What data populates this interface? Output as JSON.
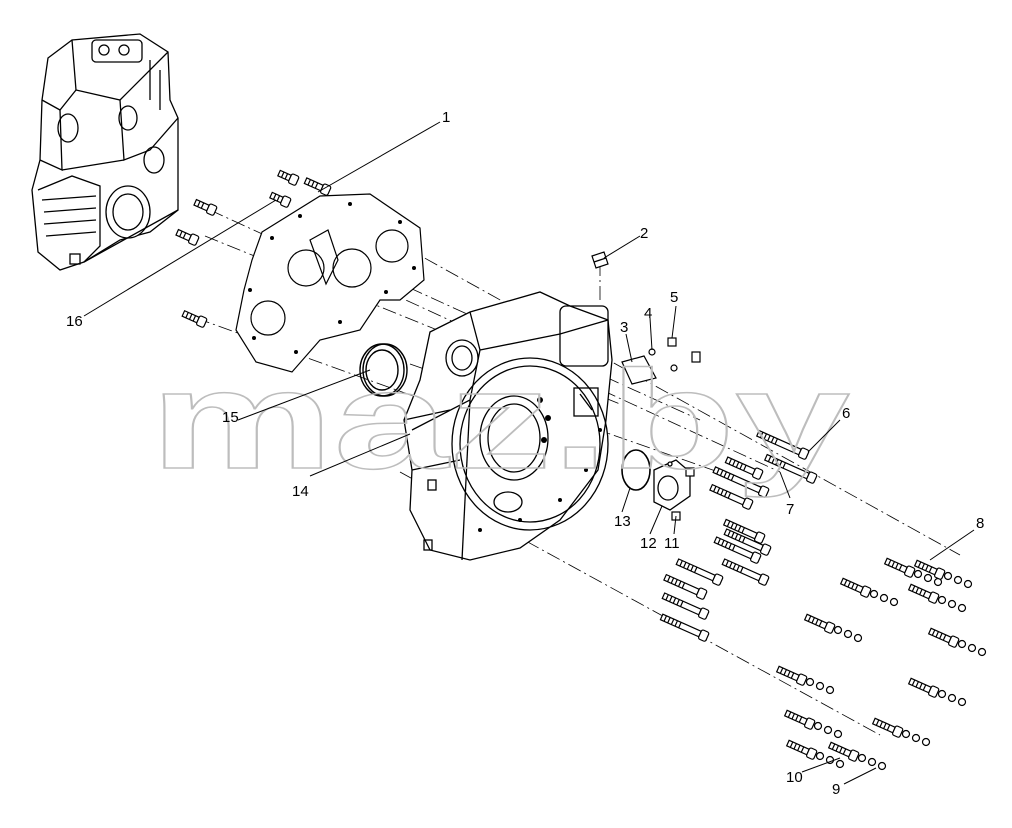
{
  "watermark": "maz.by",
  "callouts": [
    "1",
    "2",
    "3",
    "4",
    "5",
    "6",
    "7",
    "8",
    "9",
    "10",
    "11",
    "12",
    "13",
    "14",
    "15",
    "16"
  ],
  "colors": {
    "line": "#000000",
    "watermark": "#cfcfcf",
    "background": "#ffffff"
  }
}
